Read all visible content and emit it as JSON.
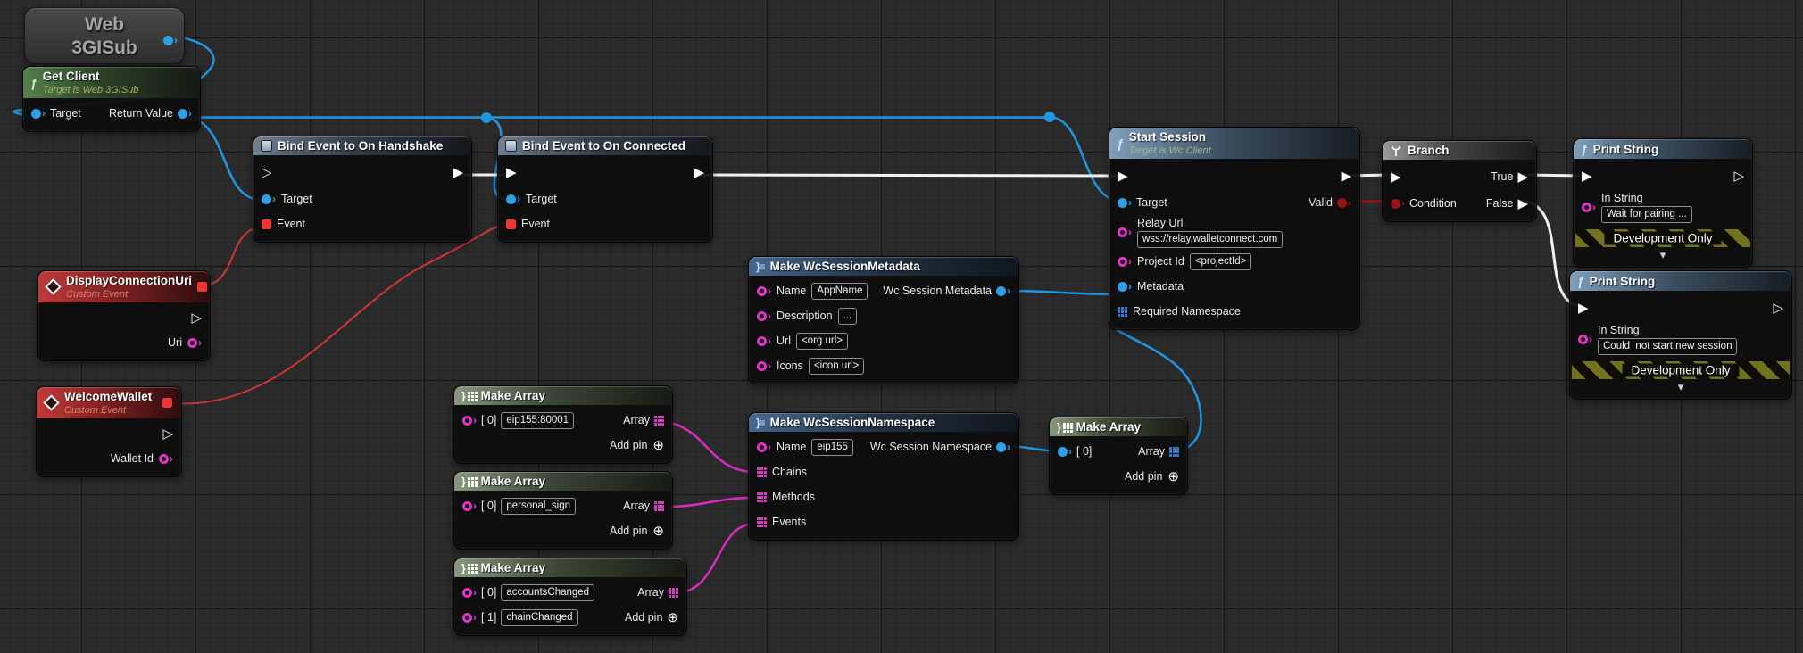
{
  "colors": {
    "object_pin": "#2f9fe8",
    "string_pin": "#e135c6",
    "bool_pin": "#9c1210",
    "delegate_pin": "#f23333",
    "exec_wire": "#f5f5f5",
    "object_wire": "#2196e0",
    "string_wire": "#da2cc0",
    "delegate_wire": "#d23535",
    "banner_stripe": "#73731d"
  },
  "glyphs": {
    "exec_connected": "▶",
    "exec_unconnected": "▷",
    "chevron": "›",
    "add": "⊕",
    "collapse": "▾",
    "function": "ƒ",
    "struct": "}≡",
    "array_brace": "}"
  },
  "nodes": {
    "web3gisub": {
      "title": "Web 3GISub"
    },
    "get_client": {
      "title": "Get Client",
      "subtitle": "Target is Web 3GISub",
      "pin_target": "Target",
      "pin_return": "Return Value"
    },
    "bind_handshake": {
      "title": "Bind Event to On Handshake",
      "pin_target": "Target",
      "pin_event": "Event"
    },
    "bind_connected": {
      "title": "Bind Event to On Connected",
      "pin_target": "Target",
      "pin_event": "Event"
    },
    "start_session": {
      "title": "Start Session",
      "subtitle": "Target is Wc Client",
      "pin_target": "Target",
      "pin_valid": "Valid",
      "pin_relay_url": "Relay Url",
      "relay_url_value": "wss://relay.walletconnect.com",
      "pin_project_id": "Project Id",
      "project_id_value": "<projectId>",
      "pin_metadata": "Metadata",
      "pin_required_namespace": "Required Namespace"
    },
    "branch": {
      "title": "Branch",
      "pin_condition": "Condition",
      "pin_true": "True",
      "pin_false": "False"
    },
    "print_string_1": {
      "title": "Print String",
      "pin_in_string": "In String",
      "in_string_value": "Wait for pairing ...",
      "banner": "Development Only"
    },
    "print_string_2": {
      "title": "Print String",
      "pin_in_string": "In String",
      "in_string_value": "Could  not start new session",
      "banner": "Development Only"
    },
    "display_connection_uri": {
      "title": "DisplayConnectionUri",
      "subtitle": "Custom Event",
      "pin_uri": "Uri"
    },
    "welcome_wallet": {
      "title": "WelcomeWallet",
      "subtitle": "Custom Event",
      "pin_wallet_id": "Wallet Id"
    },
    "make_metadata": {
      "title": "Make WcSessionMetadata",
      "pin_name": "Name",
      "name_value": "AppName",
      "pin_description": "Description",
      "description_value": "...",
      "pin_url": "Url",
      "url_value": "<org url>",
      "pin_icons": "Icons",
      "icons_value": "<icon url>",
      "pin_out": "Wc Session Metadata"
    },
    "make_namespace": {
      "title": "Make WcSessionNamespace",
      "pin_name": "Name",
      "name_value": "eip155",
      "pin_chains": "Chains",
      "pin_methods": "Methods",
      "pin_events": "Events",
      "pin_out": "Wc Session Namespace"
    },
    "make_array_chains": {
      "title": "Make Array",
      "pin_0": "[ 0]",
      "value_0": "eip155:80001",
      "pin_array": "Array",
      "add_pin": "Add pin"
    },
    "make_array_methods": {
      "title": "Make Array",
      "pin_0": "[ 0]",
      "value_0": "personal_sign",
      "pin_array": "Array",
      "add_pin": "Add pin"
    },
    "make_array_events": {
      "title": "Make Array",
      "pin_0": "[ 0]",
      "value_0": "accountsChanged",
      "pin_1": "[ 1]",
      "value_1": "chainChanged",
      "pin_array": "Array",
      "add_pin": "Add pin"
    },
    "make_array_namespaces": {
      "title": "Make Array",
      "pin_0": "[ 0]",
      "pin_array": "Array",
      "add_pin": "Add pin"
    }
  }
}
